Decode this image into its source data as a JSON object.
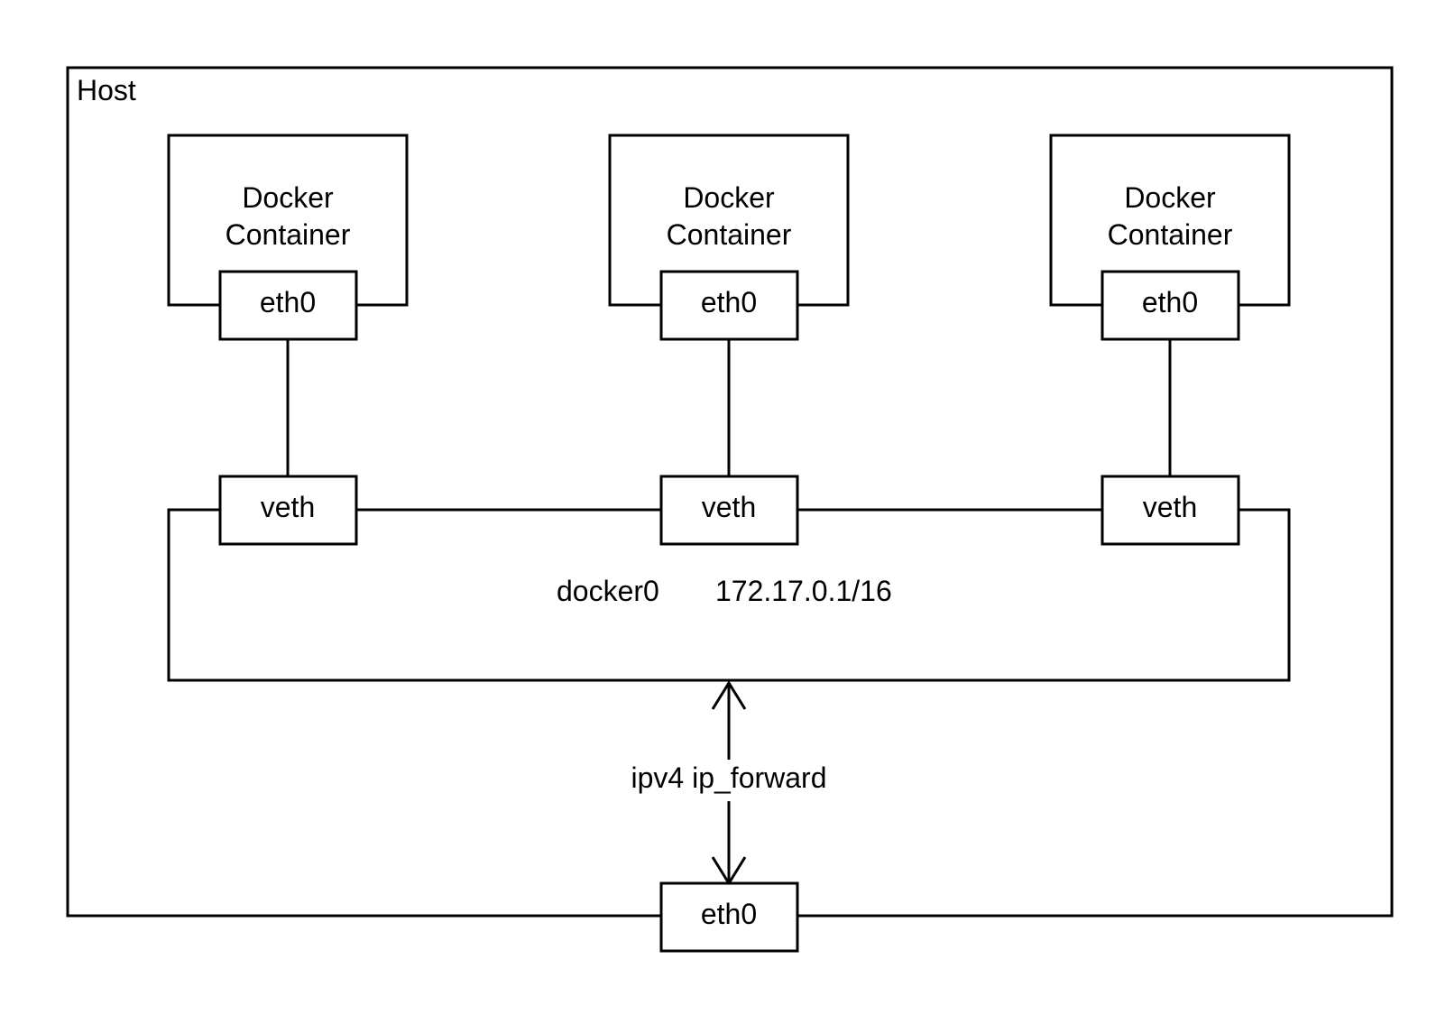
{
  "host": {
    "label": "Host"
  },
  "containers": [
    {
      "title_line1": "Docker",
      "title_line2": "Container",
      "iface": "eth0",
      "veth": "veth"
    },
    {
      "title_line1": "Docker",
      "title_line2": "Container",
      "iface": "eth0",
      "veth": "veth"
    },
    {
      "title_line1": "Docker",
      "title_line2": "Container",
      "iface": "eth0",
      "veth": "veth"
    }
  ],
  "bridge": {
    "name": "docker0",
    "subnet": "172.17.0.1/16"
  },
  "forward": {
    "label": "ipv4 ip_forward"
  },
  "host_iface": {
    "label": "eth0"
  },
  "colors": {
    "stroke": "#000000",
    "background": "#ffffff"
  }
}
